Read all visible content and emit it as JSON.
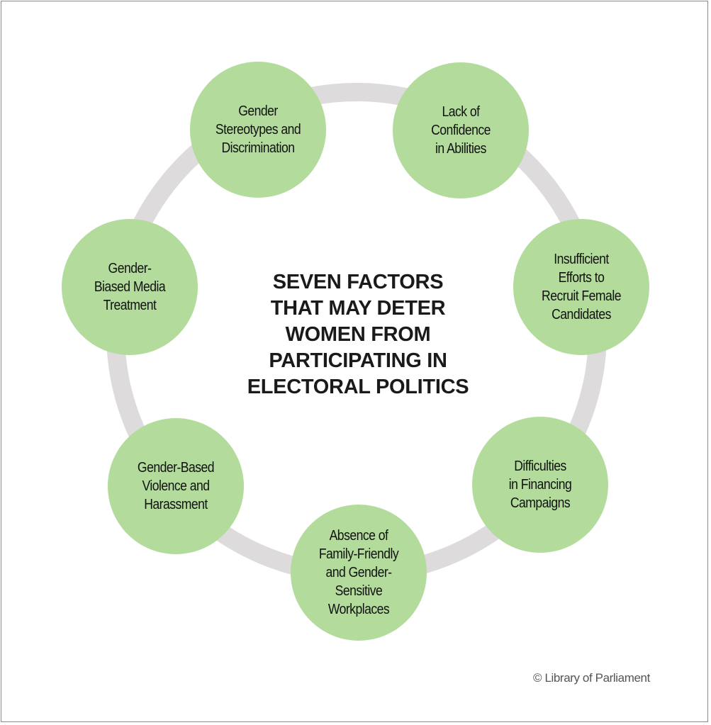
{
  "title": "SEVEN FACTORS\nTHAT MAY DETER\nWOMEN FROM\nPARTICIPATING IN\nELECTORAL POLITICS",
  "factors": [
    {
      "label": "Gender\nStereotypes and\nDiscrimination"
    },
    {
      "label": "Lack of\nConfidence\nin Abilities"
    },
    {
      "label": "Insufficient\nEfforts to\nRecruit Female\nCandidates"
    },
    {
      "label": "Difficulties\nin Financing\nCampaigns"
    },
    {
      "label": "Absence of\nFamily-Friendly\nand Gender-\nSensitive\nWorkplaces"
    },
    {
      "label": "Gender-Based\nViolence and\nHarassment"
    },
    {
      "label": "Gender-\nBiased Media\nTreatment"
    }
  ],
  "credit": "© Library of Parliament",
  "colors": {
    "node": "#b3dc9c",
    "ring": "#dddbdb"
  }
}
